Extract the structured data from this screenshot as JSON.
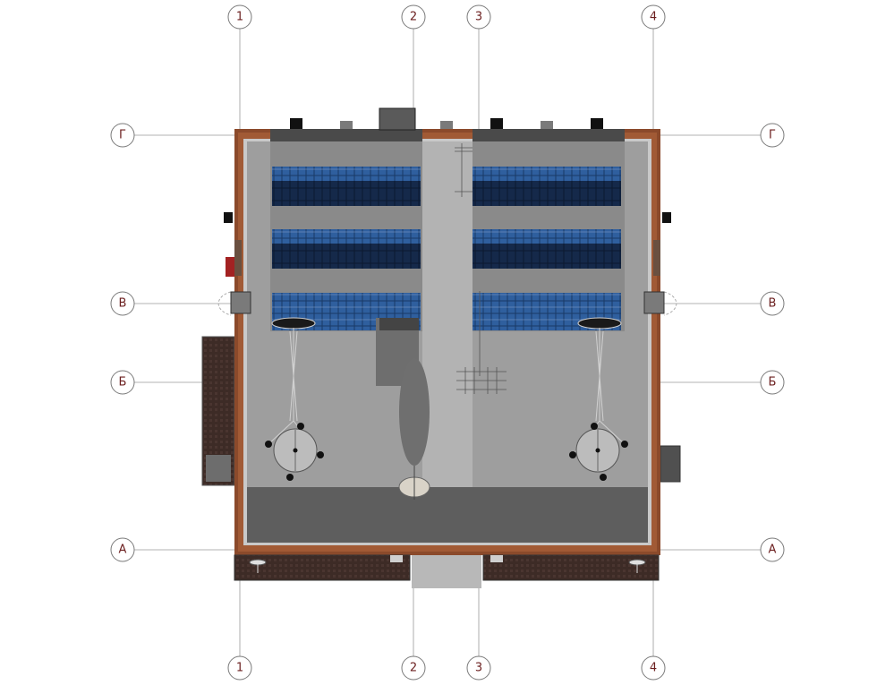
{
  "grid": {
    "vertical": [
      "1",
      "2",
      "3",
      "4"
    ],
    "horizontal": [
      "Г",
      "В",
      "Б",
      "А"
    ]
  },
  "colors": {
    "wall": "#8b4a2b",
    "roof": "#9e9e9e",
    "panel_dark": "#12233d",
    "panel_light": "#3b6fb0",
    "bubble_text": "#6b1f1f"
  }
}
